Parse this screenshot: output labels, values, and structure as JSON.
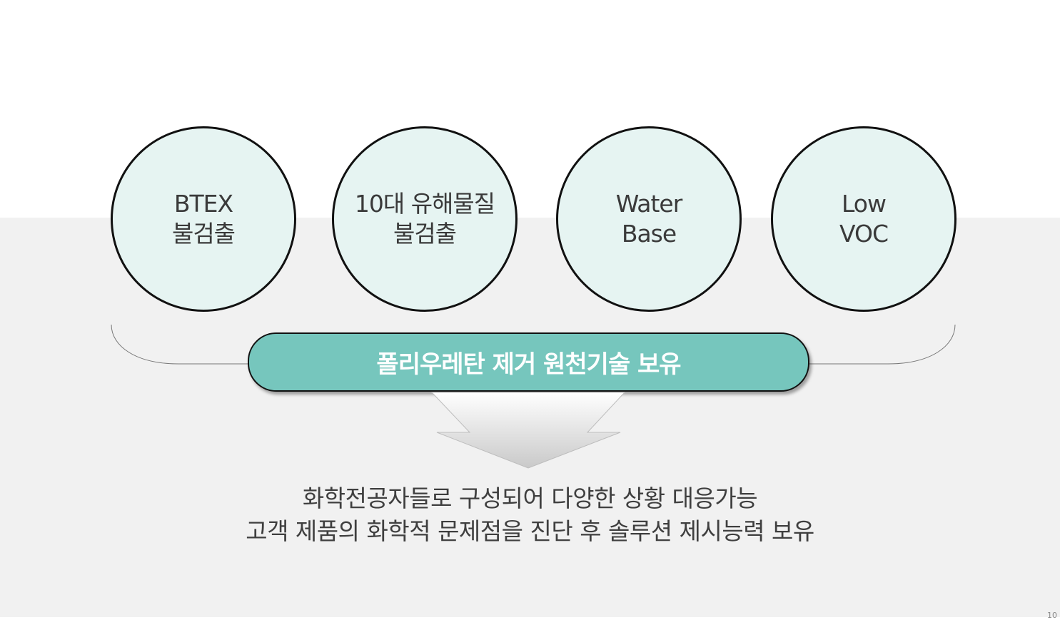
{
  "features": [
    {
      "line1": "BTEX",
      "line2": "불검출"
    },
    {
      "line1": "10대 유해물질",
      "line2": "불검출"
    },
    {
      "line1": "Water",
      "line2": "Base"
    },
    {
      "line1": "Low",
      "line2": "VOC"
    }
  ],
  "banner": {
    "text": "폴리우레탄 제거 원천기술 보유"
  },
  "description": {
    "line1": "화학전공자들로 구성되어 다양한 상황 대응가능",
    "line2": "고객 제품의 화학적 문제점을 진단 후 솔루션 제시능력 보유"
  },
  "page_number": "10",
  "colors": {
    "circle_fill": "#e6f4f2",
    "banner_fill": "#76c6bd",
    "band_background": "#f1f1f1"
  }
}
